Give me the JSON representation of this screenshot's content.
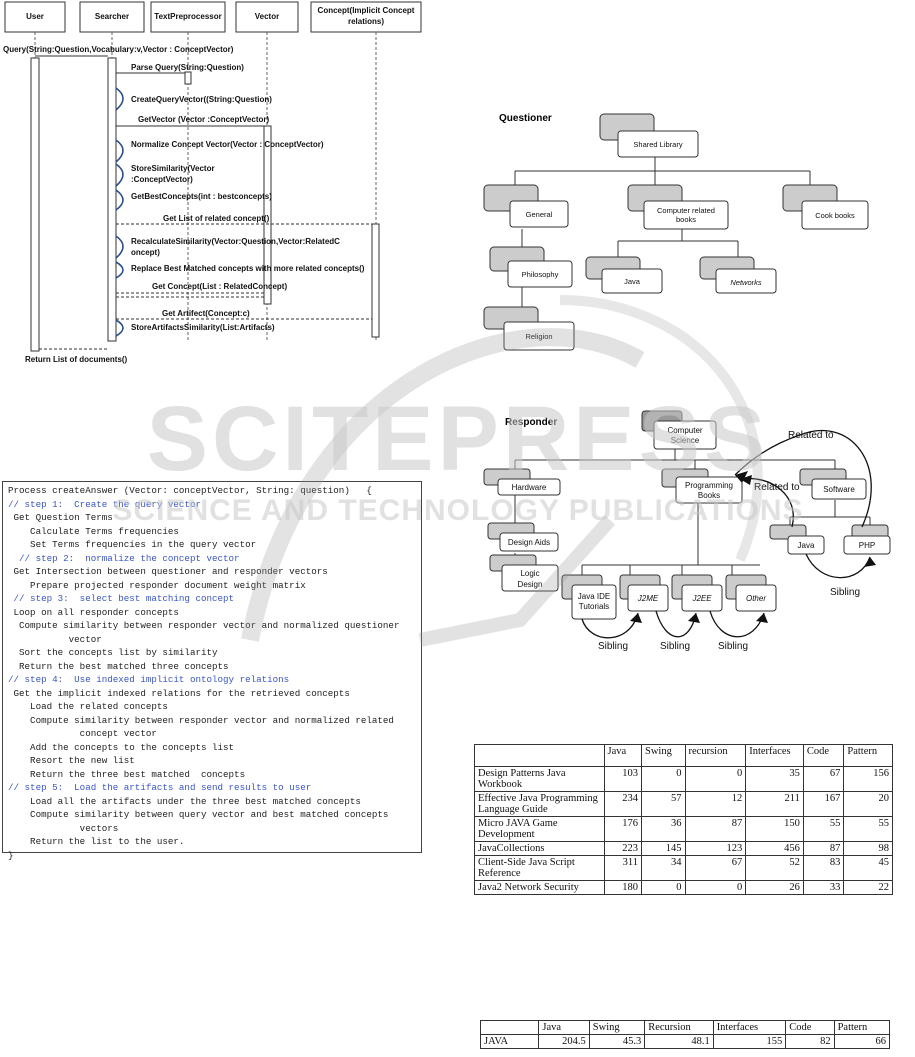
{
  "sequence": {
    "lifelines": [
      "User",
      "Searcher",
      "TextPreprocessor",
      "Vector",
      "Concept(Implicit Concept relations)"
    ],
    "messages": {
      "query": "Query(String:Question,Vocabulary:v,Vector : ConceptVector)",
      "parse": "Parse Query(String:Question)",
      "create": "CreateQueryVector((String:Question)",
      "getvector": "GetVector (Vector :ConceptVector)",
      "normalize": "Normalize Concept Vector(Vector : ConceptVector)",
      "store1": "StoreSimilarity(Vector",
      "store2": ":ConceptVector)",
      "best": "GetBestConcepts(int : bestconcepts)",
      "getlist": "Get List of related  concept()",
      "recalc1": "RecalculateSimilarity(Vector:Question,Vector:RelatedC",
      "recalc2": "oncept)",
      "replace": "Replace Best Matched concepts with more related concepts()",
      "getconcept": "Get Concept(List : RelatedConcept)",
      "getartifact": "Get Artifect(Concept:c)",
      "storeart": "StoreArtifactsSimilarity(List:Artifacts)",
      "ret": "Return List of documents()"
    }
  },
  "code": [
    {
      "t": "Process createAnswer (Vector: conceptVector, String: question)   {",
      "c": false
    },
    {
      "t": "// step 1:  Create the query vector",
      "c": true
    },
    {
      "t": " Get Question Terms",
      "c": false
    },
    {
      "t": "    Calculate Terms frequencies",
      "c": false
    },
    {
      "t": "    Set Terms frequencies in the query vector",
      "c": false
    },
    {
      "t": "  // step 2:  normalize the concept vector",
      "c": true
    },
    {
      "t": " Get Intersection between questioner and responder vectors",
      "c": false
    },
    {
      "t": "    Prepare projected responder document weight matrix",
      "c": false
    },
    {
      "t": " // step 3:  select best matching concept",
      "c": true
    },
    {
      "t": " Loop on all responder concepts",
      "c": false
    },
    {
      "t": "  Compute similarity between responder vector and normalized questioner",
      "c": false
    },
    {
      "t": "           vector",
      "c": false
    },
    {
      "t": "  Sort the concepts list by similarity",
      "c": false
    },
    {
      "t": "  Return the best matched three concepts",
      "c": false
    },
    {
      "t": "// step 4:  Use indexed implicit ontology relations",
      "c": true
    },
    {
      "t": " Get the implicit indexed relations for the retrieved concepts",
      "c": false
    },
    {
      "t": "    Load the related concepts",
      "c": false
    },
    {
      "t": "    Compute similarity between responder vector and normalized related",
      "c": false
    },
    {
      "t": "             concept vector",
      "c": false
    },
    {
      "t": "    Add the concepts to the concepts list",
      "c": false
    },
    {
      "t": "    Resort the new list",
      "c": false
    },
    {
      "t": "    Return the three best matched  concepts",
      "c": false
    },
    {
      "t": "// step 5:  Load the artifacts and send results to user",
      "c": true
    },
    {
      "t": "    Load all the artifacts under the three best matched concepts",
      "c": false
    },
    {
      "t": "    Compute similarity between query vector and best matched concepts",
      "c": false
    },
    {
      "t": "             vectors",
      "c": false
    },
    {
      "t": "    Return the list to the user.",
      "c": false
    },
    {
      "t": "}",
      "c": false
    }
  ],
  "questioner": {
    "title": "Questioner",
    "nodes": {
      "shared": "Shared Library",
      "general": "General",
      "computer1": "Computer related",
      "computer2": "books",
      "cook": "Cook books",
      "philosophy": "Philosophy",
      "java": "Java",
      "networks": "Networks",
      "religion": "Religion"
    }
  },
  "responder": {
    "title": "Responder",
    "nodes": {
      "cs1": "Computer",
      "cs2": "Science",
      "hardware": "Hardware",
      "prog1": "Programming",
      "prog2": "Books",
      "software": "Software",
      "design": "Design Aids",
      "logic1": "Logic",
      "logic2": "Design",
      "java": "Java",
      "php": "PHP",
      "javaide1": "Java IDE",
      "javaide2": "Tutorials",
      "j2me": "J2ME",
      "j2ee": "J2EE",
      "other": "Other"
    },
    "relations": {
      "related1": "Related to",
      "related2": "Related to",
      "sib1": "Sibling",
      "sib2": "Sibling",
      "sib3": "Sibling",
      "sib4": "Sibling"
    }
  },
  "table1": {
    "headers": [
      "",
      "Java",
      "Swing",
      "recursion",
      "Interfaces",
      "Code",
      "Pattern"
    ],
    "rows": [
      {
        "name": "Design Patterns Java Workbook",
        "vals": [
          "103",
          "0",
          "0",
          "35",
          "67",
          "156"
        ]
      },
      {
        "name": "Effective Java Programming Language Guide",
        "vals": [
          "234",
          "57",
          "12",
          "211",
          "167",
          "20"
        ]
      },
      {
        "name": "Micro JAVA Game Development",
        "vals": [
          "176",
          "36",
          "87",
          "150",
          "55",
          "55"
        ]
      },
      {
        "name": "JavaCollections",
        "vals": [
          "223",
          "145",
          "123",
          "456",
          "87",
          "98"
        ]
      },
      {
        "name": "Client-Side Java Script Reference",
        "vals": [
          "311",
          "34",
          "67",
          "52",
          "83",
          "45"
        ]
      },
      {
        "name": "Java2 Network Security",
        "vals": [
          "180",
          "0",
          "0",
          "26",
          "33",
          "22"
        ]
      }
    ]
  },
  "table2": {
    "headers": [
      "",
      "Java",
      "Swing",
      "Recursion",
      "Interfaces",
      "Code",
      "Pattern"
    ],
    "row": [
      "JAVA",
      "204.5",
      "45.3",
      "48.1",
      "155",
      "82",
      "66"
    ]
  },
  "watermark": {
    "big": "SCITEPRESS",
    "sub": "SCIENCE AND TECHNOLOGY PUBLICATIONS"
  }
}
